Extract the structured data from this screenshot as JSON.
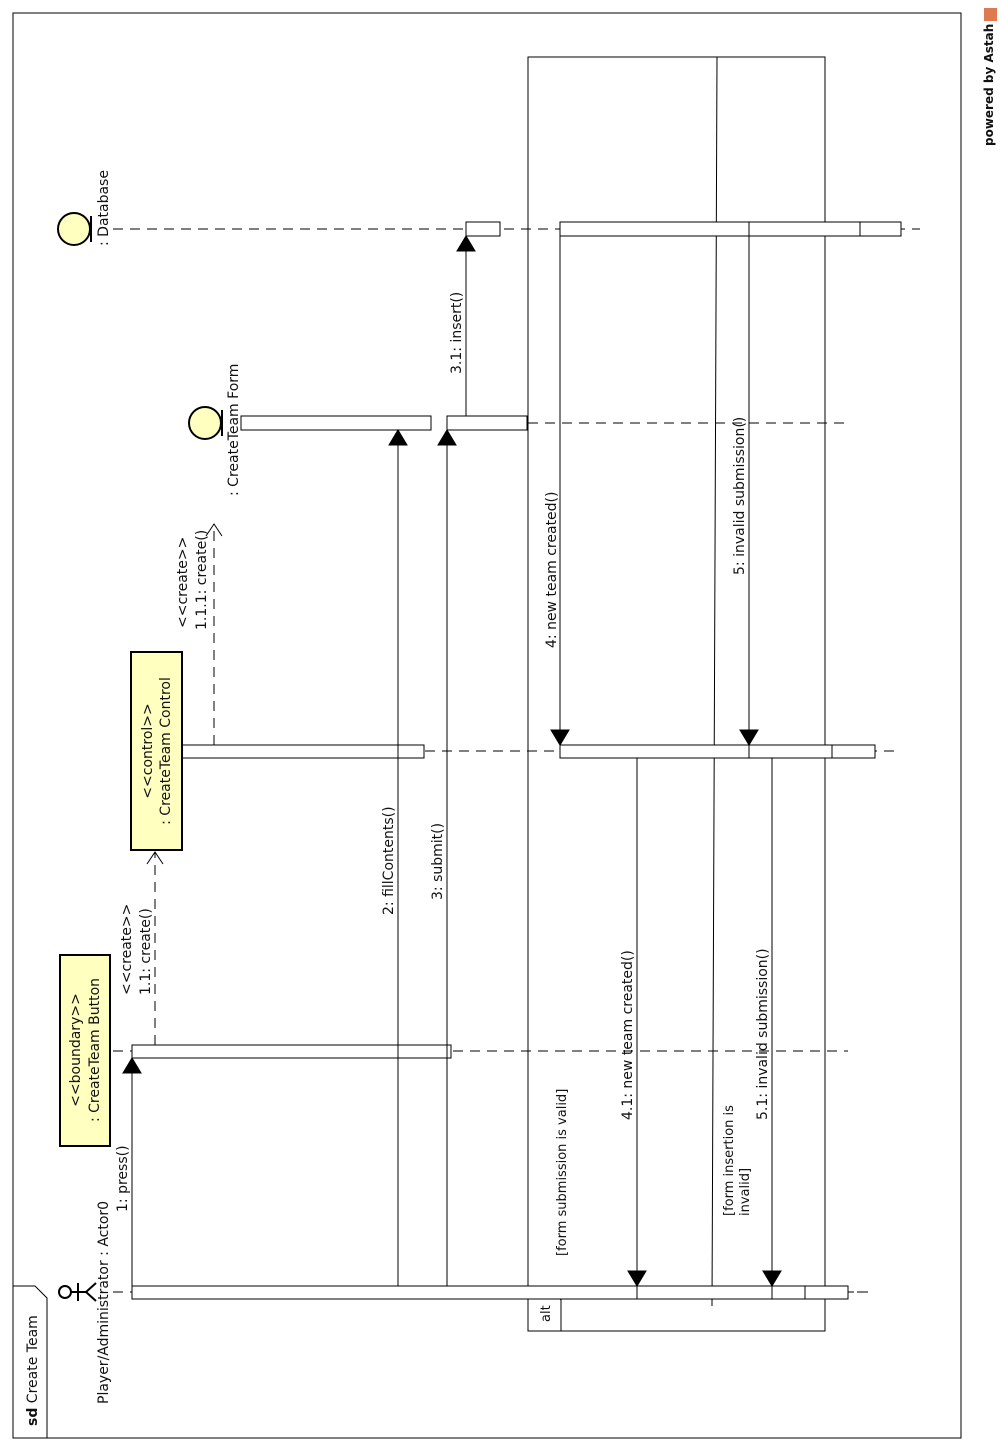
{
  "frame": {
    "kind": "sd",
    "name": "Create Team"
  },
  "watermark": "powered by Astah",
  "colors": {
    "fill": "#ffffc0",
    "line": "#000000",
    "watermark": "#bdbdbd"
  },
  "lifelines": {
    "actor": {
      "label": "Player/Administrator : Actor0",
      "icon": "actor-stick-figure"
    },
    "button": {
      "stereotype": "<<boundary>>",
      "name": ": CreateTeam Button"
    },
    "control": {
      "stereotype": "<<control>>",
      "name": ": CreateTeam Control"
    },
    "form": {
      "name": ": CreateTeam Form",
      "icon": "boundary-circle"
    },
    "database": {
      "name": ": Database",
      "icon": "entity-circle"
    }
  },
  "messages": {
    "m1": "1: press()",
    "m1_1_stereo": "<<create>>",
    "m1_1": "1.1: create()",
    "m1_1_1_stereo": "<<create>>",
    "m1_1_1": "1.1.1: create()",
    "m2": "2: fillContents()",
    "m3": "3: submit()",
    "m3_1": "3.1: insert()",
    "m4": "4: new team created()",
    "m5": "5: invalid  submission()",
    "m4_1": "4.1: new team created()",
    "m5_1": "5.1: invalid submission()"
  },
  "fragment": {
    "operator": "alt",
    "guard1": "[form submission is valid]",
    "guard2_line1": "[form insertion is",
    "guard2_line2": "invalid]"
  }
}
